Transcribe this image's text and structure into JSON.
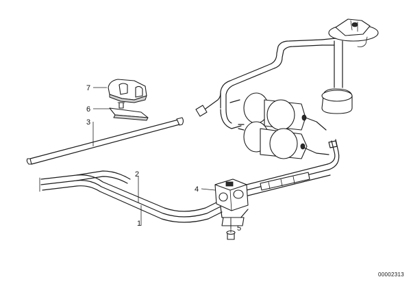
{
  "callouts": {
    "c1": "1",
    "c2": "2",
    "c3": "3",
    "c4": "4",
    "c5": "5",
    "c6": "6",
    "c7": "7"
  },
  "reference_number": "00002313"
}
